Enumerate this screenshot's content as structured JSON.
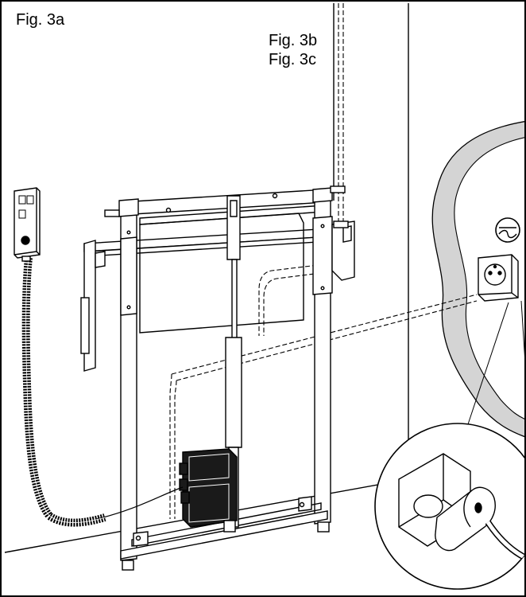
{
  "labels": {
    "fig_3a": "Fig. 3a",
    "fig_3b": "Fig. 3b",
    "fig_3c": "Fig. 3c"
  },
  "icons": {
    "ac_symbol": "alternating-current-icon",
    "outlet": "wall-socket-icon",
    "plug": "plug-icon",
    "remote": "hand-control-icon",
    "motor": "motor-unit-icon"
  },
  "colors": {
    "line": "#000000",
    "wall_cutout": "#d4d4d4",
    "background": "#ffffff"
  }
}
